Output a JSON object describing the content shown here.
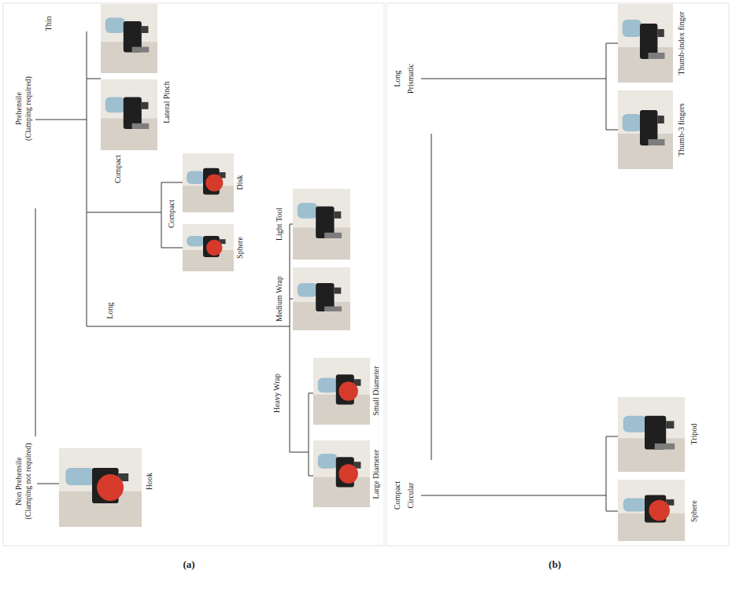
{
  "diagram": {
    "nodes": [
      {
        "text": [
          "Lateral Pinch"
        ]
      },
      {
        "text": [
          "Sphere"
        ]
      },
      {
        "text": [
          "Disk"
        ]
      },
      {
        "text": [
          "Light Tool"
        ]
      },
      {
        "text": [
          "Medium Wrap"
        ]
      },
      {
        "text": [
          "Small Diameter"
        ]
      },
      {
        "text": [
          "Large Diameter"
        ]
      },
      {
        "text": [
          "Hook"
        ]
      },
      {
        "text": [
          "Thumb-3 fingers"
        ]
      },
      {
        "text": [
          "Thumb-index finger"
        ]
      },
      {
        "text": [
          "Tripod"
        ]
      },
      {
        "text": [
          "Sphere"
        ]
      }
    ],
    "labels": [
      "Prehensile (Clamping required)",
      "Thin",
      "Compact",
      "Compact",
      "Long",
      "Heavy Wrap",
      "Non Prehensile (Clamping not required)",
      "(a)",
      "Long",
      "Prismatic",
      "Compact",
      "Circular",
      "(b)"
    ]
  }
}
